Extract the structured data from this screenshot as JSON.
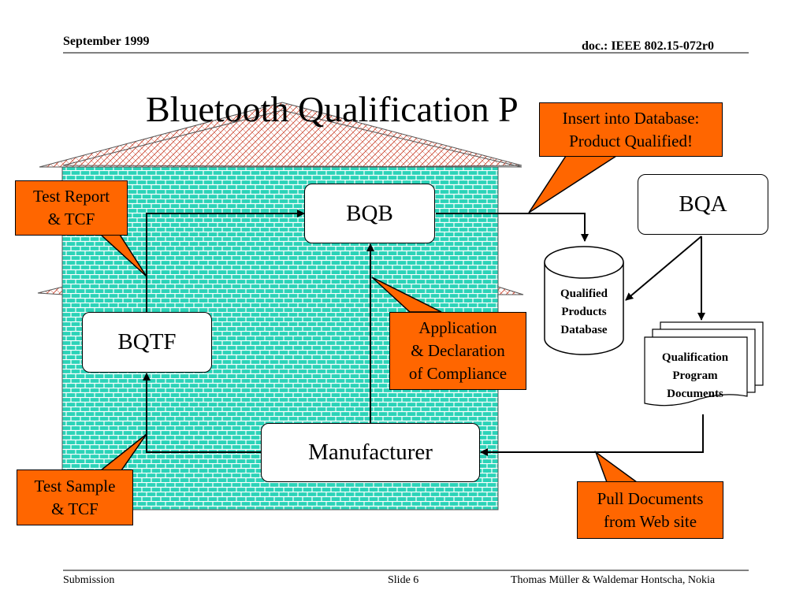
{
  "header": {
    "date": "September 1999",
    "doc": "doc.: IEEE 802.15-072r0"
  },
  "title": "Bluetooth Qualification P",
  "nodes": {
    "bqb": "BQB",
    "bqa": "BQA",
    "bqtf": "BQTF",
    "manufacturer": "Manufacturer",
    "database": "Qualified\nProducts\nDatabase",
    "documents": "Qualification\nProgram\nDocuments"
  },
  "callouts": {
    "insert_db": "Insert into Database:\nProduct Qualified!",
    "test_report": "Test Report\n& TCF",
    "application": "Application\n& Declaration\nof Compliance",
    "test_sample": "Test Sample\n& TCF",
    "pull_docs": "Pull Documents\nfrom Web site"
  },
  "colors": {
    "callout": "#ff6600",
    "building": "#2bd3b8",
    "roof": "#d9a89e"
  },
  "footer": {
    "left": "Submission",
    "center": "Slide 6",
    "right": "Thomas Müller & Waldemar Hontscha, Nokia"
  }
}
